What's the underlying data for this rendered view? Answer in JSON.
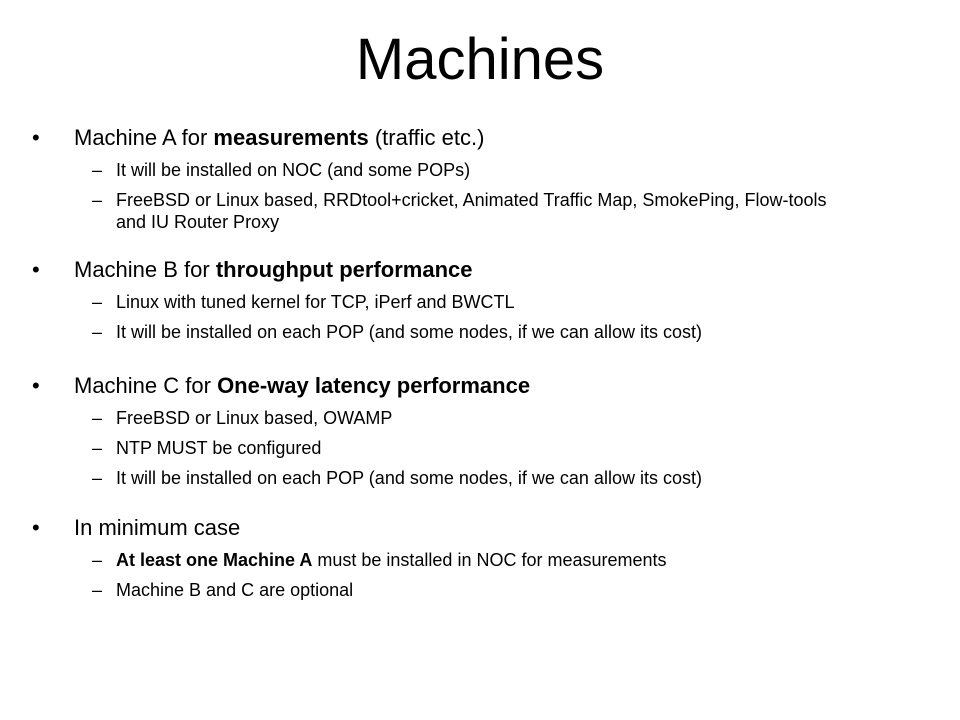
{
  "slide": {
    "title": "Machines",
    "bullet_char": "•",
    "dash_char": "–",
    "sections": [
      {
        "prefix": "Machine A for ",
        "bold": "measurements",
        "suffix": " (traffic etc.)",
        "items": [
          {
            "bold": "",
            "text": "It will be installed on NOC (and some POPs)"
          },
          {
            "bold": "",
            "text": "FreeBSD or Linux based, RRDtool+cricket, Animated Traffic Map, SmokePing, Flow-tools and IU Router Proxy"
          }
        ]
      },
      {
        "prefix": "Machine B for ",
        "bold": "throughput performance",
        "suffix": "",
        "items": [
          {
            "bold": "",
            "text": "Linux with tuned kernel for TCP, iPerf and BWCTL"
          },
          {
            "bold": "",
            "text": "It will be installed on each POP (and some nodes, if we can allow its cost)"
          }
        ]
      },
      {
        "prefix": "Machine C for ",
        "bold": "One-way latency performance",
        "suffix": "",
        "items": [
          {
            "bold": "",
            "text": "FreeBSD or Linux based, OWAMP"
          },
          {
            "bold": "",
            "text": "NTP MUST be configured"
          },
          {
            "bold": "",
            "text": "It will be installed on each POP (and some nodes, if we can allow its cost)"
          }
        ]
      },
      {
        "prefix": "In minimum case",
        "bold": "",
        "suffix": "",
        "items": [
          {
            "bold": "At least one Machine A",
            "text": " must be installed in NOC for measurements"
          },
          {
            "bold": "",
            "text": "Machine B and C are optional"
          }
        ]
      }
    ]
  }
}
